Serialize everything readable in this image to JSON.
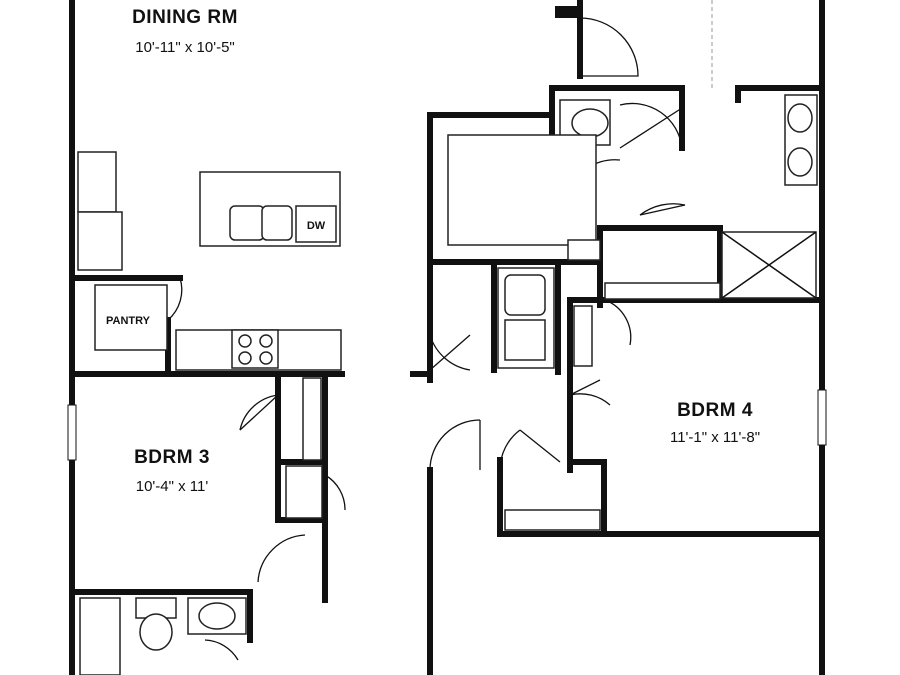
{
  "rooms": {
    "dining": {
      "name": "DINING RM",
      "dims": "10'-11\" x 10'-5\""
    },
    "bdrm3": {
      "name": "BDRM 3",
      "dims": "10'-4\" x 11'"
    },
    "bdrm4": {
      "name": "BDRM 4",
      "dims": "11'-1\" x 11'-8\""
    }
  },
  "labels": {
    "pantry": "PANTRY",
    "dishwasher": "DW"
  },
  "colors": {
    "wall": "#111111",
    "background": "#ffffff"
  }
}
